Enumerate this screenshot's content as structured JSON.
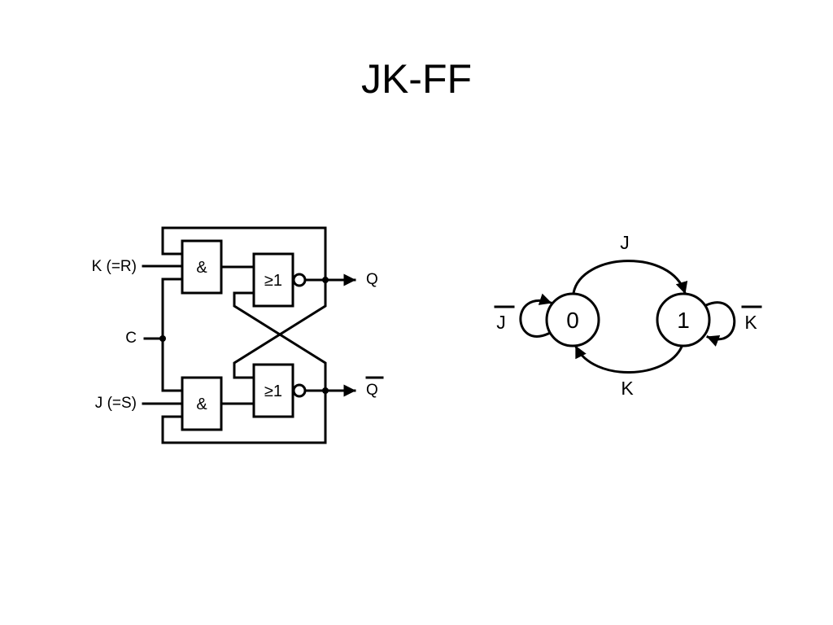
{
  "title": "JK-FF",
  "circuit": {
    "input_k_label": "K (=R)",
    "input_c_label": "C",
    "input_j_label": "J (=S)",
    "and_gate_symbol": "&",
    "nor_gate_symbol": "≥1",
    "output_q_label": "Q",
    "output_qbar_label": "Q"
  },
  "state_diagram": {
    "state_0_label": "0",
    "state_1_label": "1",
    "transition_0_to_1_label": "J",
    "transition_1_to_0_label": "K",
    "self_loop_0_label": "J",
    "self_loop_1_label": "K"
  },
  "colors": {
    "stroke": "#000000",
    "background": "#ffffff"
  }
}
